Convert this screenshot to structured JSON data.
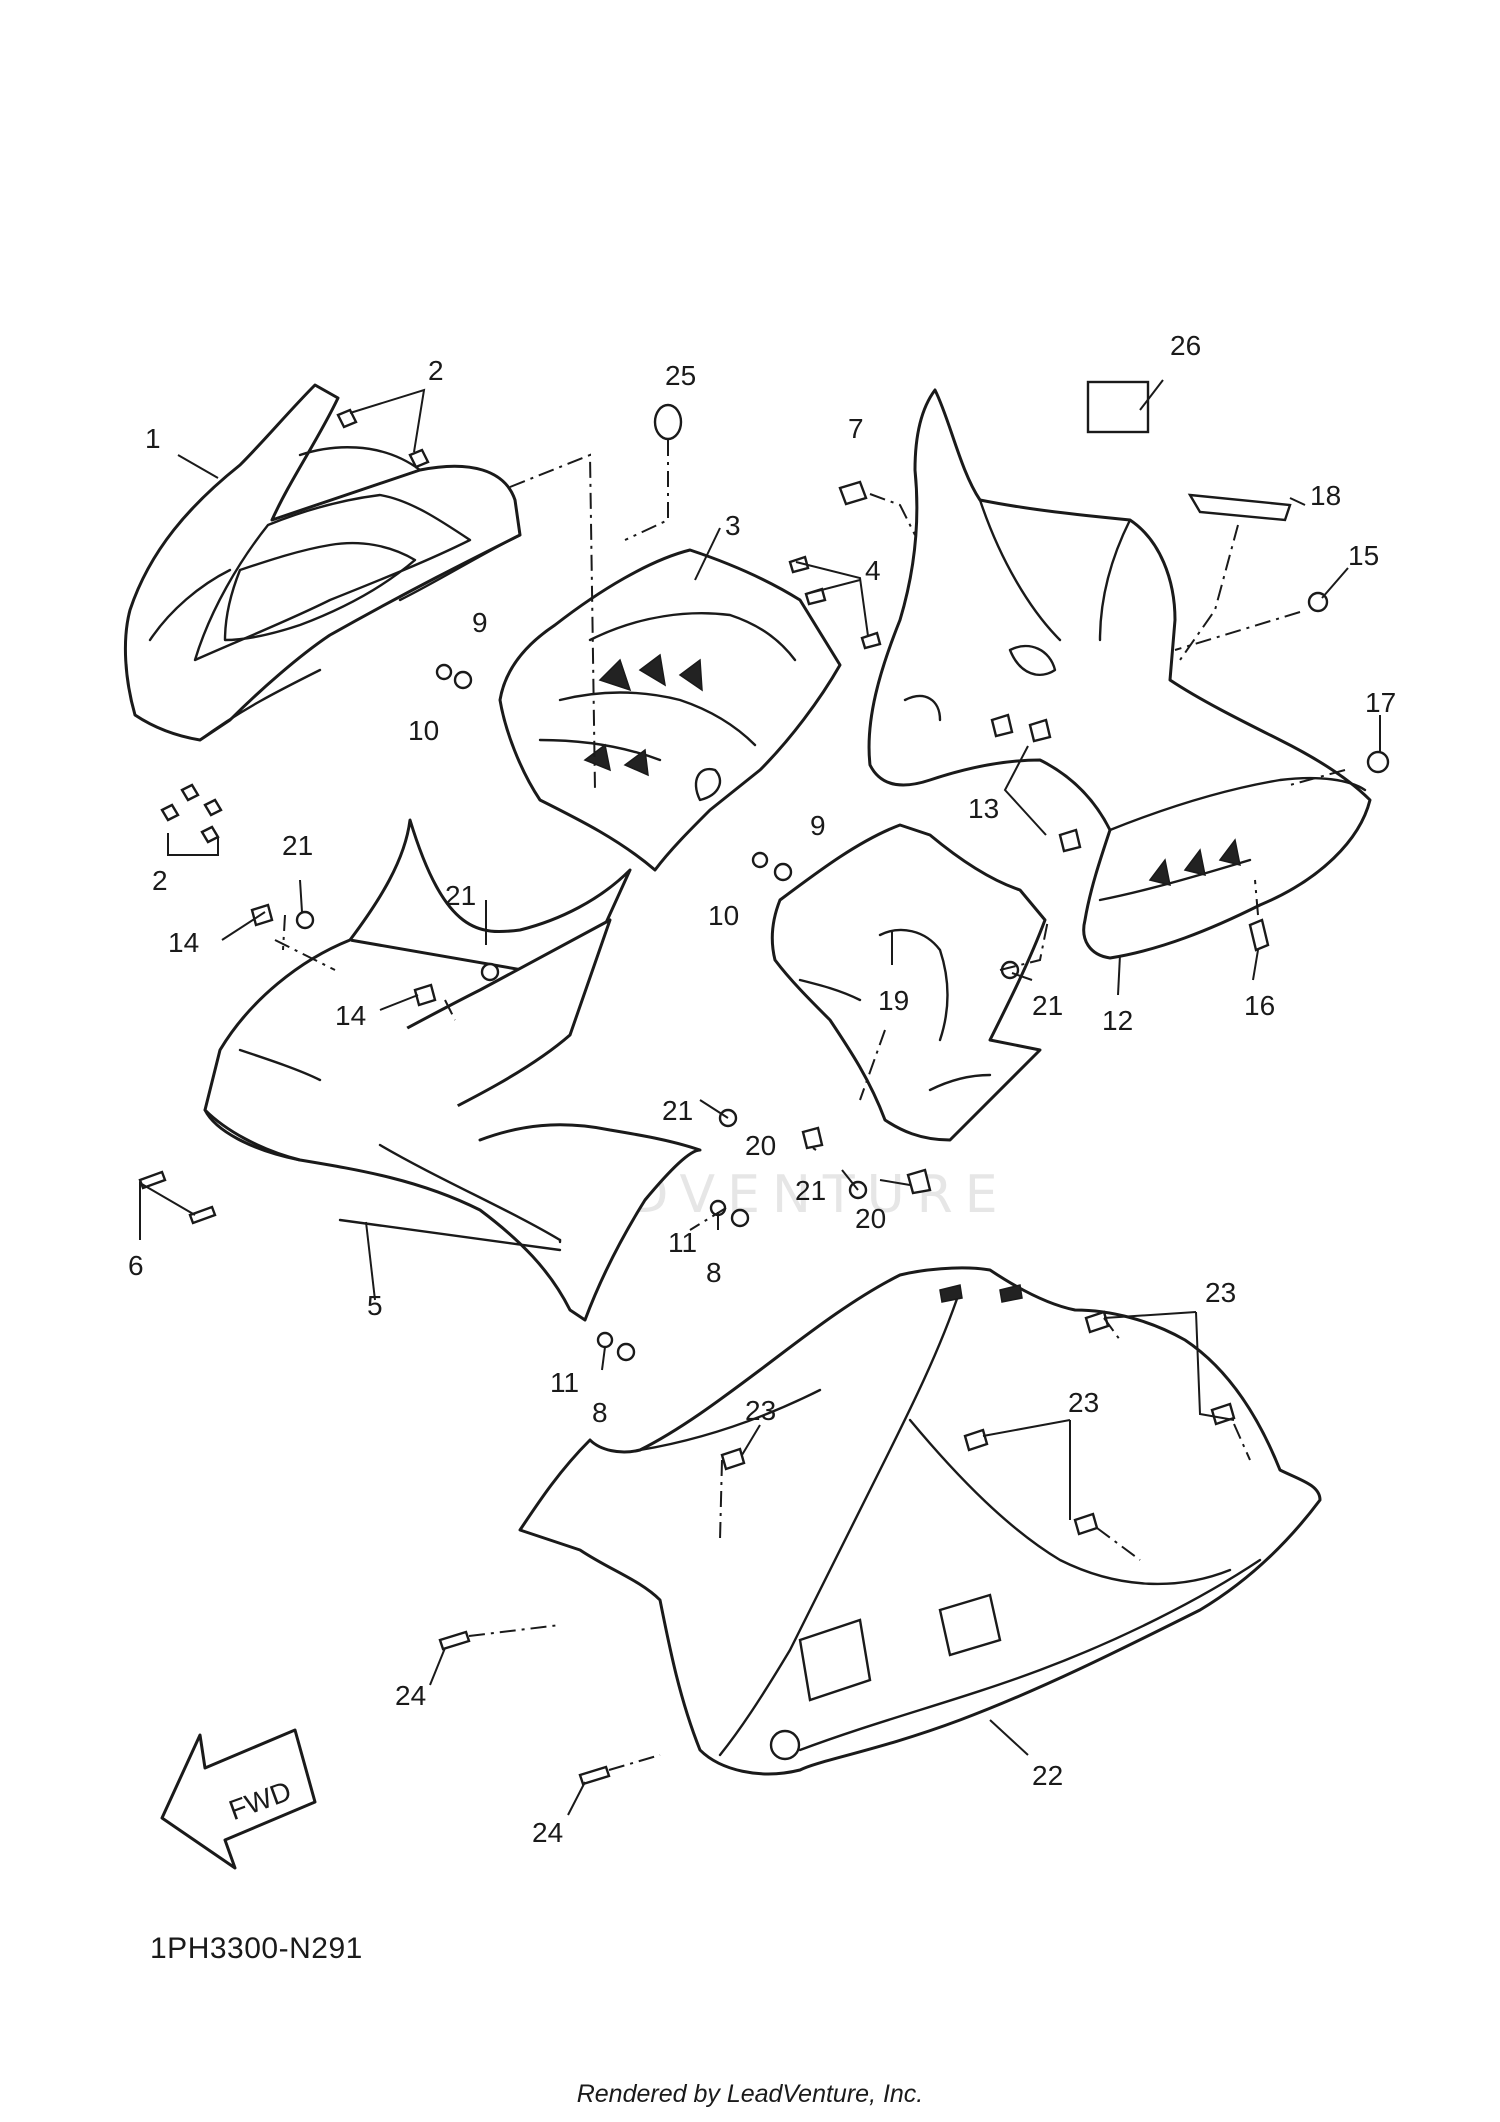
{
  "diagram_code": "1PH3300-N291",
  "fwd_label": "FWD",
  "watermark": "LEADVENTURE",
  "rendered_by": "Rendered by LeadVenture, Inc.",
  "callouts": {
    "c1": "1",
    "c2a": "2",
    "c2b": "2",
    "c3": "3",
    "c4": "4",
    "c5": "5",
    "c6": "6",
    "c7": "7",
    "c8a": "8",
    "c8b": "8",
    "c9a": "9",
    "c9b": "9",
    "c10a": "10",
    "c10b": "10",
    "c11a": "11",
    "c11b": "11",
    "c12": "12",
    "c13": "13",
    "c14a": "14",
    "c14b": "14",
    "c15": "15",
    "c16": "16",
    "c17": "17",
    "c18": "18",
    "c19": "19",
    "c20a": "20",
    "c20b": "20",
    "c21a": "21",
    "c21b": "21",
    "c21c": "21",
    "c21d": "21",
    "c21e": "21",
    "c22": "22",
    "c23a": "23",
    "c23b": "23",
    "c23c": "23",
    "c24a": "24",
    "c24b": "24",
    "c25": "25",
    "c26": "26"
  }
}
